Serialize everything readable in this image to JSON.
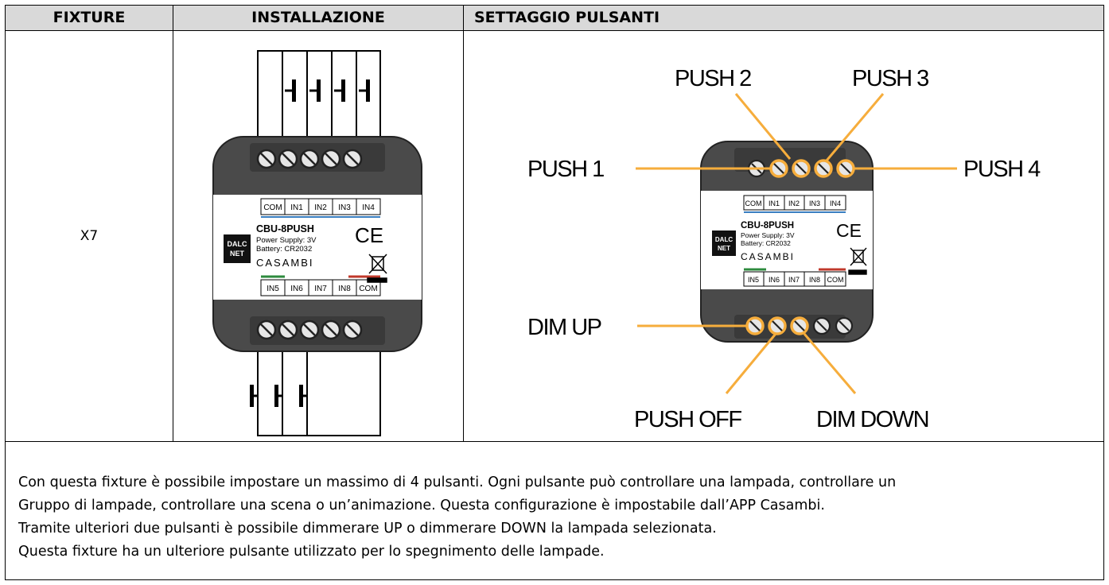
{
  "header": {
    "col1": "FIXTURE",
    "col2": "INSTALLAZIONE",
    "col3": "SETTAGGIO PULSANTI"
  },
  "fixture_value": "X7",
  "device": {
    "model": "CBU-8PUSH",
    "power": "Power Supply: 3V",
    "battery": "Battery: CR2032",
    "brand": "CASAMBI",
    "logo_line1": "DALC",
    "logo_line2": "NET",
    "ce_mark": "CE",
    "top_terminals": [
      "COM",
      "IN1",
      "IN2",
      "IN3",
      "IN4"
    ],
    "bottom_terminals": [
      "IN5",
      "IN6",
      "IN7",
      "IN8",
      "COM"
    ]
  },
  "labels": {
    "push1": "PUSH 1",
    "push2": "PUSH 2",
    "push3": "PUSH 3",
    "push4": "PUSH 4",
    "dim_up": "DIM UP",
    "push_off": "PUSH OFF",
    "dim_down": "DIM DOWN"
  },
  "description": [
    "Con questa fixture è possibile impostare un massimo di 4 pulsanti. Ogni pulsante può controllare una lampada, controllare un",
    "Gruppo di lampade, controllare una scena o un’animazione. Questa configurazione è impostabile dall’APP Casambi.",
    "Tramite ulteriori due pulsanti è possibile dimmerare UP o dimmerare DOWN la lampada selezionata.",
    "Questa fixture ha un ulteriore pulsante utilizzato per lo spegnimento delle lampade."
  ],
  "colors": {
    "header_bg": "#d9d9d9",
    "body_dark": "#4a4a4a",
    "accent_orange": "#f6ad3c",
    "green_bar": "#2e8b3e",
    "red_bar": "#c0392b",
    "blue_line": "#3a7fc1"
  }
}
